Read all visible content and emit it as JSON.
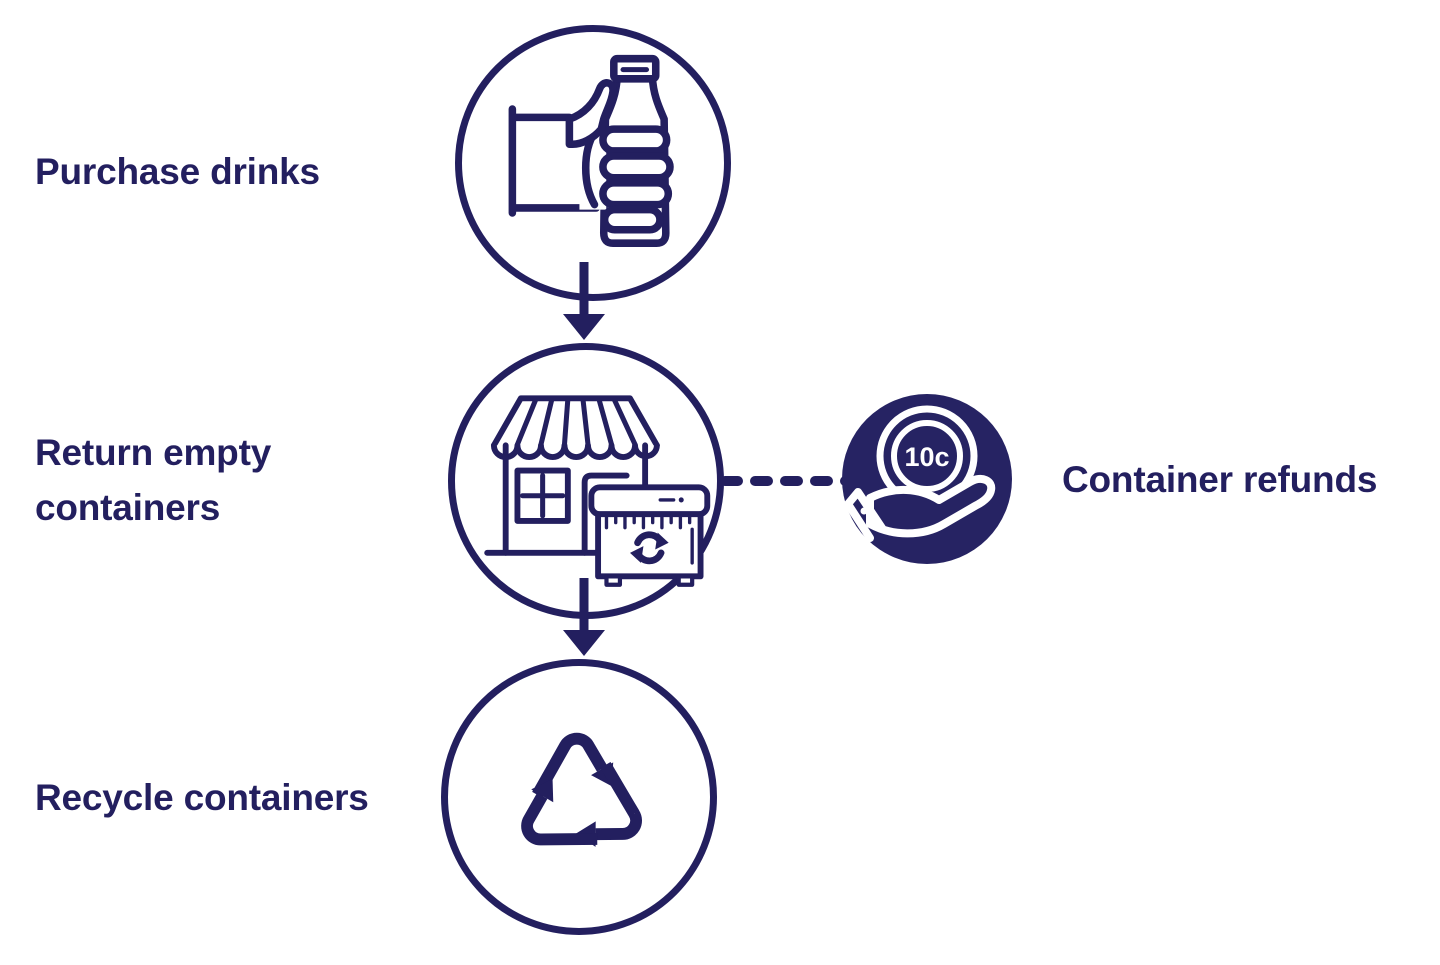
{
  "colors": {
    "navy": "#231f5f",
    "background": "#ffffff",
    "refund_badge_fill": "#262363"
  },
  "flow": {
    "steps": [
      {
        "name": "purchase-drinks",
        "label": "Purchase drinks",
        "icon": "hand-holding-bottle-icon"
      },
      {
        "name": "return-empty-containers",
        "label_line1": "Return empty",
        "label_line2": "containers",
        "icon": "storefront-return-machine-icon"
      },
      {
        "name": "recycle-containers",
        "label": "Recycle containers",
        "icon": "recycle-arrows-icon"
      }
    ],
    "connectors": [
      {
        "type": "arrow-down"
      },
      {
        "type": "arrow-down"
      },
      {
        "type": "dashed-line"
      }
    ],
    "refund": {
      "label": "Container refunds",
      "coin_text": "10c",
      "icon": "coin-in-hand-icon"
    }
  }
}
